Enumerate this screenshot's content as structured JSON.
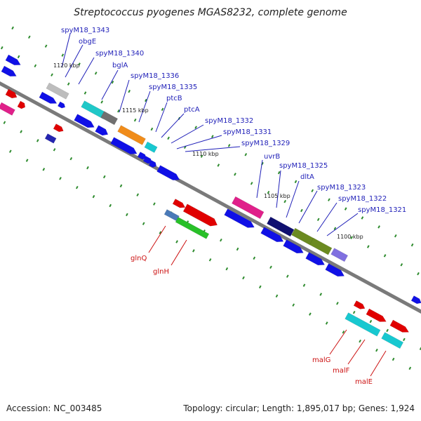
{
  "title": "Streptococcus pyogenes MGAS8232, complete genome",
  "footer": {
    "accession": "Accession: NC_003485",
    "summary": "Topology: circular; Length: 1,895,017 bp; Genes: 1,924"
  },
  "colors": {
    "backbone": "#7a7a7a",
    "tick": "#2e8b2e",
    "label_top": "#1f1fb8",
    "label_bottom": "#cc1111"
  },
  "ticks": [
    "1120 kbp",
    "1115 kbp",
    "1110 kbp",
    "1105 kbp",
    "1100 kbp"
  ],
  "labels_top": [
    "spyM18_1343",
    "obgE",
    "spyM18_1340",
    "bglA",
    "spyM18_1336",
    "spyM18_1335",
    "ptcB",
    "ptcA",
    "spyM18_1332",
    "spyM18_1331",
    "spyM18_1329",
    "uvrB",
    "spyM18_1325",
    "dltA",
    "spyM18_1323",
    "spyM18_1322",
    "spyM18_1321"
  ],
  "labels_bottom": [
    "glnQ",
    "glnH",
    "malG",
    "malF",
    "malE"
  ]
}
